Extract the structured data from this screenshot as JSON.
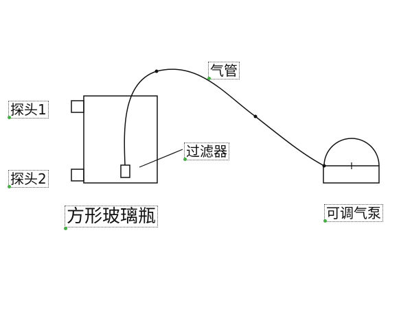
{
  "labels": {
    "probe1": "探头1",
    "probe2": "探头2",
    "air_tube": "气管",
    "filter": "过滤器",
    "bottle": "方形玻璃瓶",
    "pump": "可调气泵"
  },
  "colors": {
    "line": "#111111",
    "anchor": "#3fb43f",
    "label_border": "#555555"
  }
}
